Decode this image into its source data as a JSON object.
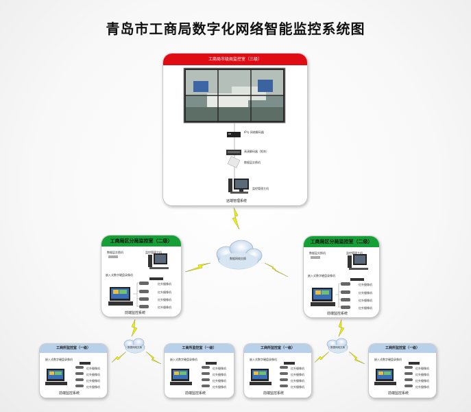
{
  "title": "青岛市工商局数字化网络智能监控系统图",
  "colors": {
    "top_header": "#e00c13",
    "mid_header": "#15a037",
    "bottom_header": "#b8d0ea",
    "lightning": "#f2f000"
  },
  "hq": {
    "header": "工商局市级局监控室（三级）",
    "label_decoder": "IP与 网络解码器",
    "label_switch": "高清解码器（矩阵）",
    "label_converter": "数据层交换机",
    "label_server": "监控管理主机",
    "caption": "远端管理系统"
  },
  "network_main": "数据网络交换",
  "network_left": "数据网络交换",
  "network_right": "数据网络交换",
  "district_left": {
    "header": "工商局区分局监控室（二级）",
    "label_switch": "数据层交换机",
    "label_host": "监控管理主机",
    "label_dvr": "嵌入式数字硬盘录像机",
    "cameras": [
      "红外摄像机",
      "红外摄像机",
      "红外摄像机",
      "红外摄像机"
    ],
    "caption": "前端监控系统"
  },
  "district_right": {
    "header": "工商局区分局监控室（二级）",
    "label_switch": "数据层交换机",
    "label_host": "监控管理主机",
    "label_dvr": "嵌入式数字硬盘录像机",
    "cameras": [
      "红外摄像机",
      "红外摄像机",
      "红外摄像机",
      "红外摄像机"
    ],
    "caption": "前端监控系统"
  },
  "stations": [
    {
      "header": "工商所监控室（一级）",
      "label_dvr": "嵌入式数字硬盘录像机",
      "cameras": [
        "红外摄像机",
        "红外摄像机",
        "红外摄像机",
        "红外摄像机"
      ],
      "caption": "前端监控系统"
    },
    {
      "header": "工商所监控室（一级）",
      "label_dvr": "嵌入式数字硬盘录像机",
      "cameras": [
        "红外摄像机",
        "红外摄像机",
        "红外摄像机",
        "红外摄像机"
      ],
      "caption": "前端监控系统"
    },
    {
      "header": "工商所监控室（一级）",
      "label_dvr": "嵌入式数字硬盘录像机",
      "cameras": [
        "红外摄像机",
        "红外摄像机",
        "红外摄像机",
        "红外摄像机"
      ],
      "caption": "前端监控系统"
    },
    {
      "header": "工商所监控室（一级）",
      "label_dvr": "嵌入式数字硬盘录像机",
      "cameras": [
        "红外摄像机",
        "红外摄像机",
        "红外摄像机",
        "红外摄像机"
      ],
      "caption": "前端监控系统"
    }
  ]
}
